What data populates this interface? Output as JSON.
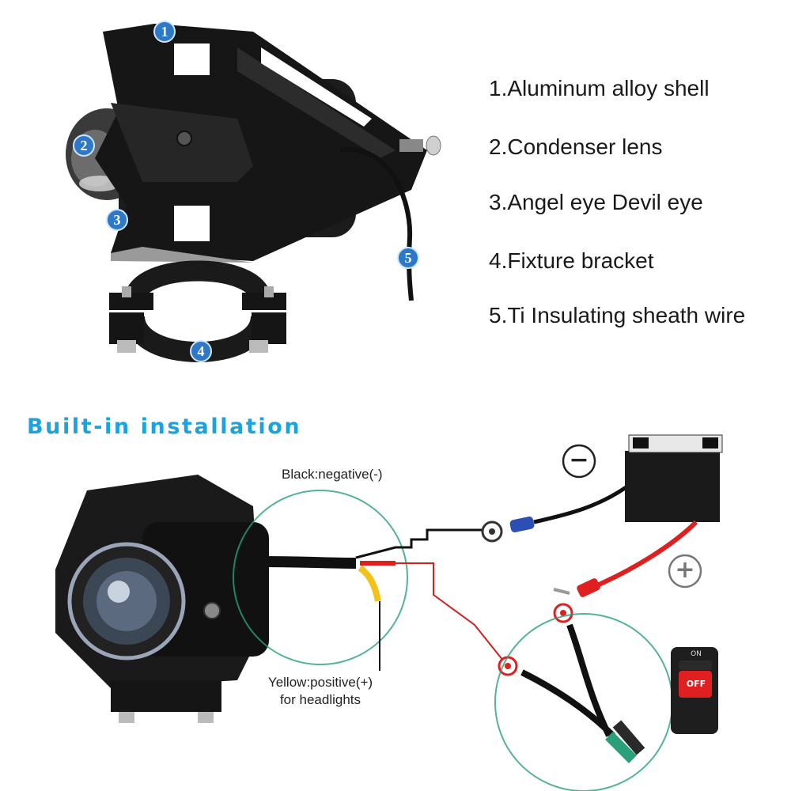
{
  "parts": {
    "markers": [
      "1",
      "2",
      "3",
      "4",
      "5"
    ],
    "items": [
      "1.Aluminum alloy shell",
      "2.Condenser lens",
      "3.Angel eye Devil eye",
      "4.Fixture bracket",
      "5.Ti Insulating sheath wire"
    ]
  },
  "installation": {
    "title": "Built-in installation",
    "black_label": "Black:negative(-)",
    "yellow_label_line1": "Yellow:positive(+)",
    "yellow_label_line2": "for headlights",
    "negative_symbol": "−",
    "positive_symbol": "+",
    "switch_on": "ON",
    "switch_off": "OFF"
  },
  "colors": {
    "accent": "#1ba3dd",
    "marker": "#2e78c8",
    "wire_red": "#e02020",
    "circle_outline": "#2aa07a"
  }
}
